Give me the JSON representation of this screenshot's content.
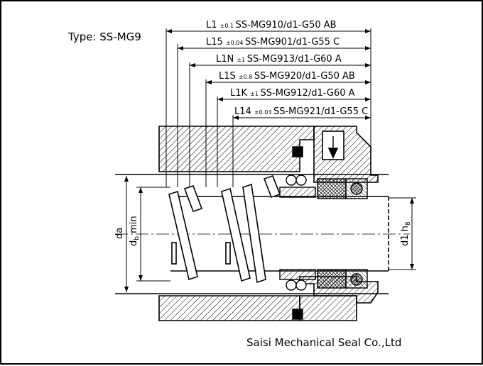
{
  "title": "Type: SS-MG9",
  "footer": "Saisi Mechanical Seal Co.,Ltd",
  "length_labels": [
    {
      "code": "L1",
      "tol": "±0.1",
      "model": "SS-MG910/d1-G50",
      "grade": "AB"
    },
    {
      "code": "L15",
      "tol": "±0.04",
      "model": "SS-MG901/d1-G55",
      "grade": "C"
    },
    {
      "code": "L1N",
      "tol": "±1",
      "model": "SS-MG913/d1-G60",
      "grade": "A"
    },
    {
      "code": "L1S",
      "tol": "±0.8",
      "model": "SS-MG920/d1-G50",
      "grade": "AB"
    },
    {
      "code": "L1K",
      "tol": "±1",
      "model": "SS-MG912/d1-G60",
      "grade": "A"
    },
    {
      "code": "L14",
      "tol": "±0.03",
      "model": "SS-MG921/d1-G55",
      "grade": "C"
    }
  ],
  "dim_da": "da",
  "dim_db": "db min",
  "dim_db_main": "d",
  "dim_db_sub": "b",
  "dim_db_tail": " min",
  "dim_d1": "d1 h",
  "dim_d1_sub": "8"
}
